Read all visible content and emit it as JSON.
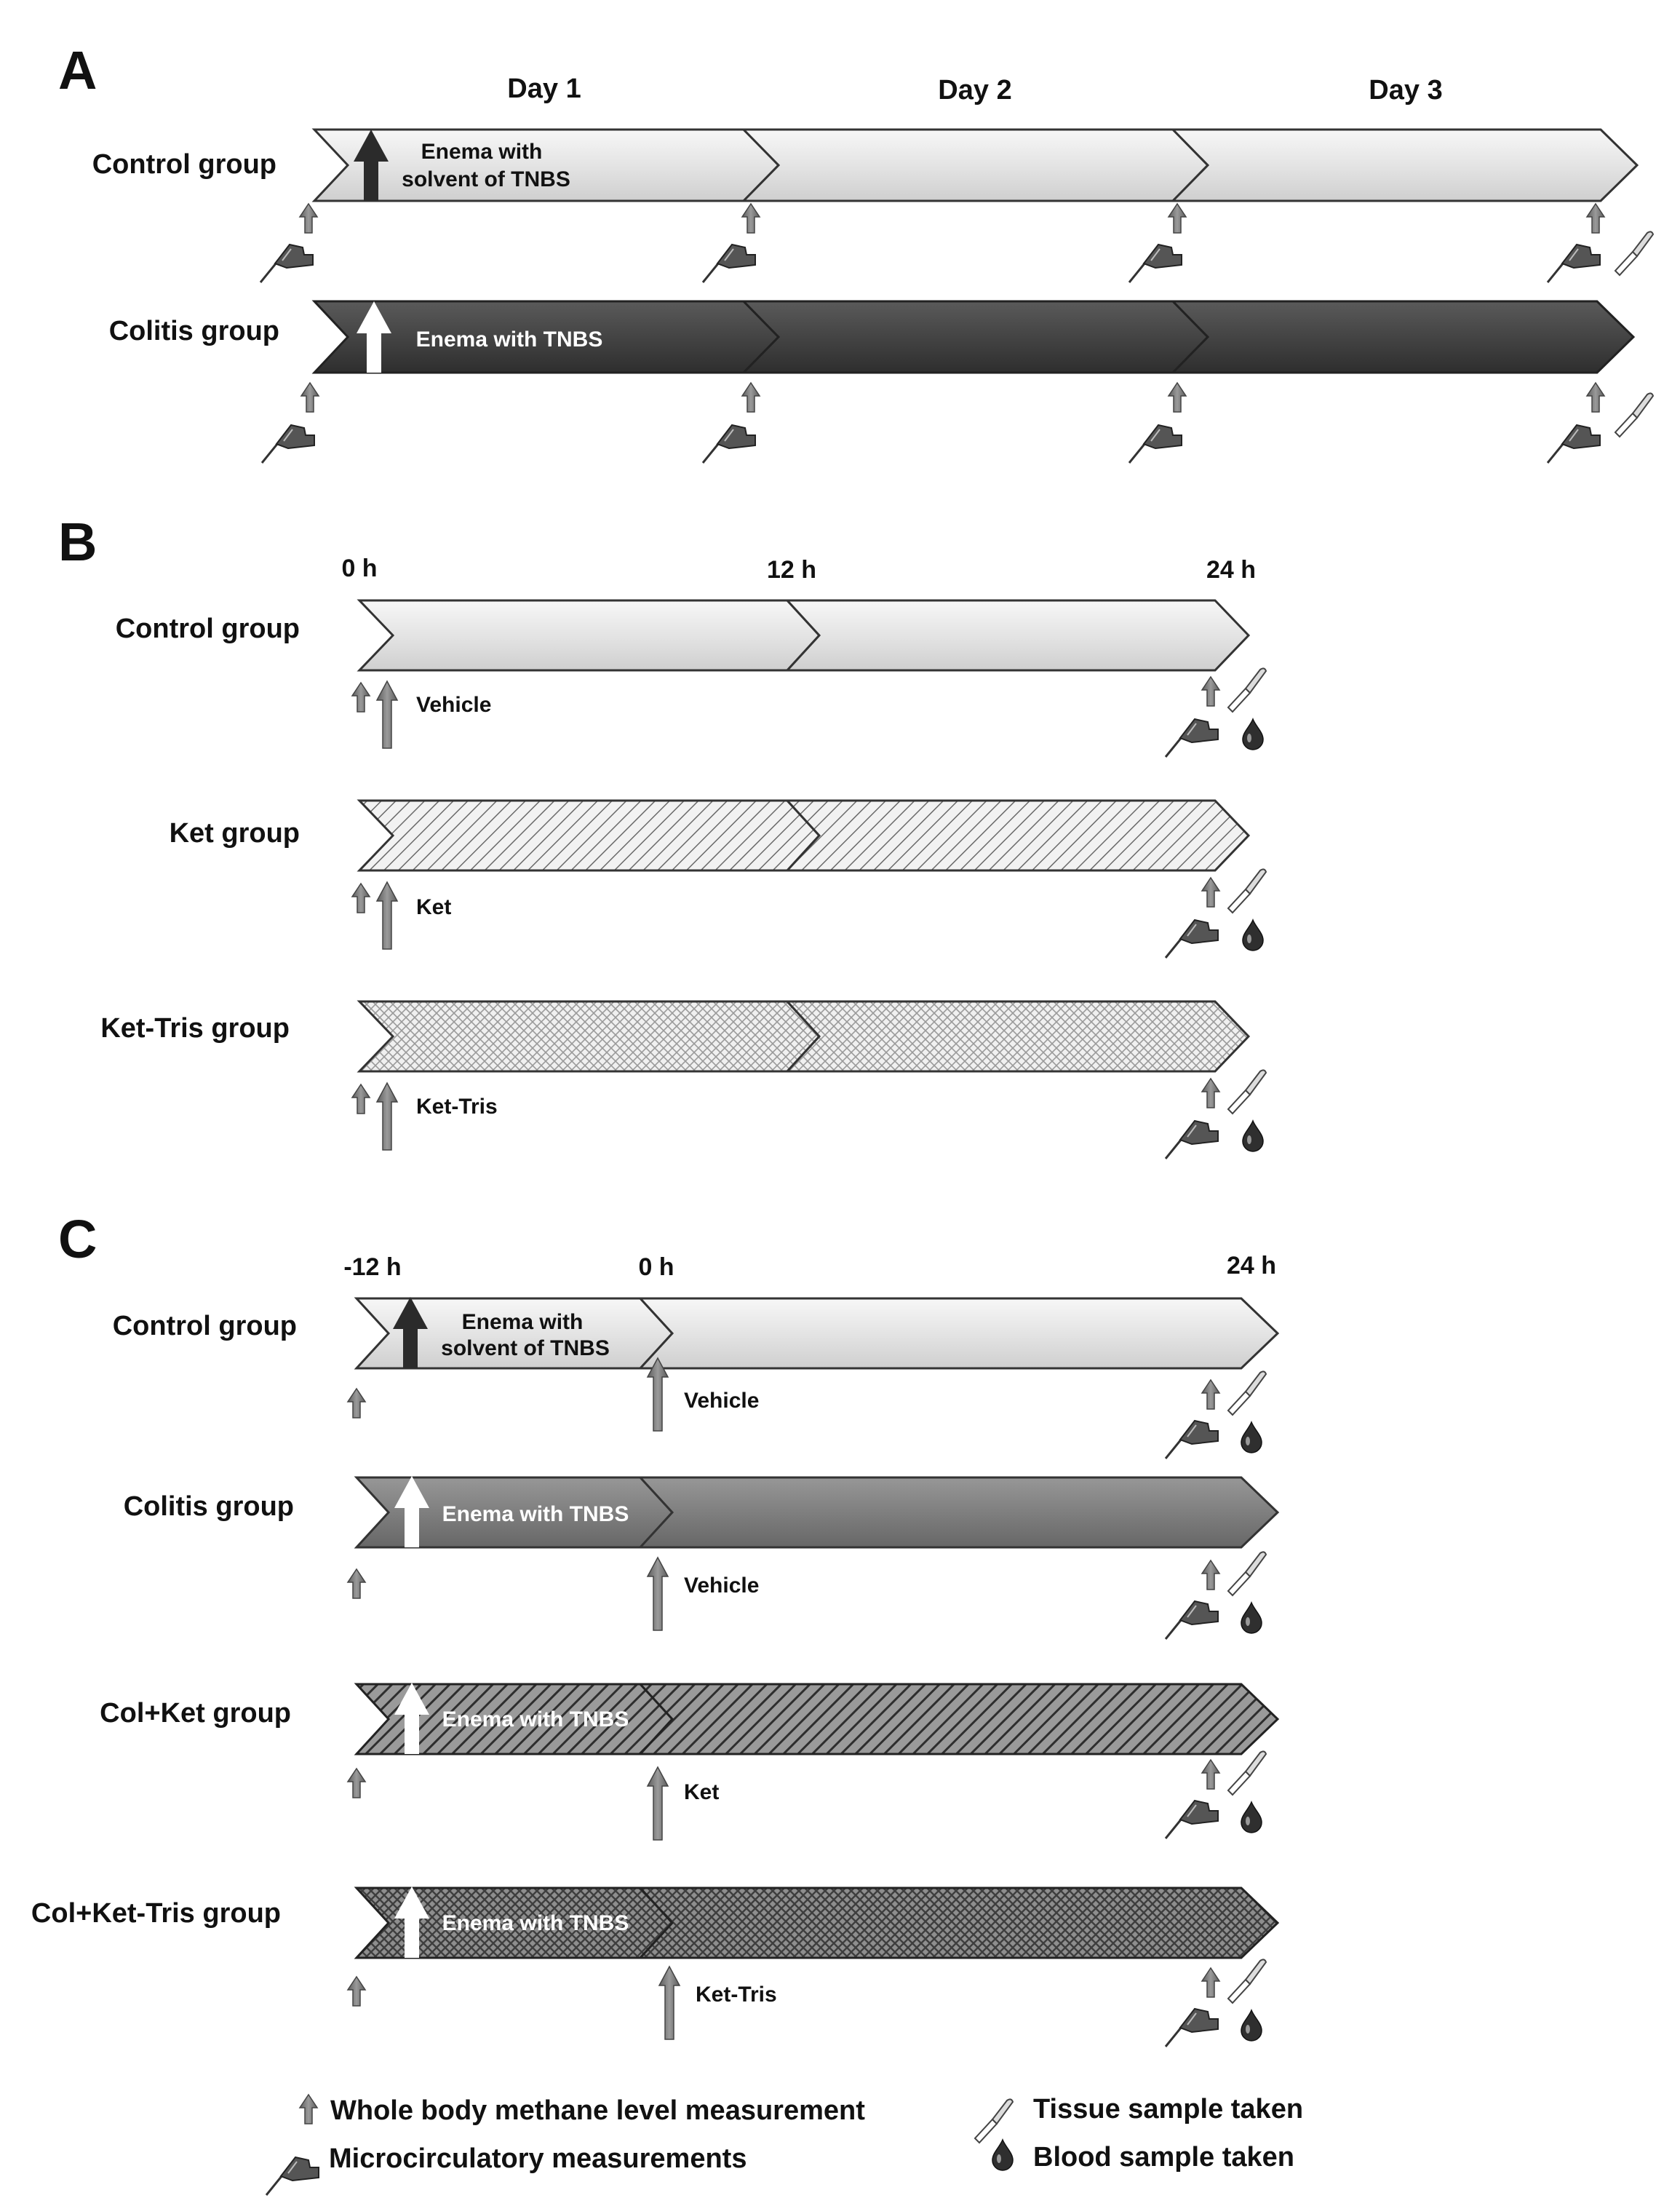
{
  "panels": {
    "a": {
      "label": "A",
      "headers": [
        "Day 1",
        "Day 2",
        "Day 3"
      ],
      "groups": [
        {
          "label": "Control group",
          "enema": [
            "Enema with",
            "solvent of TNBS"
          ]
        },
        {
          "label": "Colitis group",
          "enema": [
            "Enema with TNBS"
          ]
        }
      ]
    },
    "b": {
      "label": "B",
      "headers": [
        "0 h",
        "12 h",
        "24 h"
      ],
      "groups": [
        {
          "label": "Control group",
          "treatment": "Vehicle"
        },
        {
          "label": "Ket group",
          "treatment": "Ket"
        },
        {
          "label": "Ket-Tris group",
          "treatment": "Ket-Tris"
        }
      ]
    },
    "c": {
      "label": "C",
      "headers": [
        "-12 h",
        "0 h",
        "24 h"
      ],
      "groups": [
        {
          "label": "Control group",
          "enema": [
            "Enema with",
            "solvent of TNBS"
          ],
          "treatment": "Vehicle"
        },
        {
          "label": "Colitis group",
          "enema": "Enema with TNBS",
          "treatment": "Vehicle"
        },
        {
          "label": "Col+Ket group",
          "enema": "Enema with TNBS",
          "treatment": "Ket"
        },
        {
          "label": "Col+Ket-Tris group",
          "enema": "Enema with TNBS",
          "treatment": "Ket-Tris"
        }
      ]
    }
  },
  "legend": {
    "methane": "Whole body methane level measurement",
    "microcirculatory": "Microcirculatory measurements",
    "tissue": "Tissue sample taken",
    "blood": "Blood sample taken"
  },
  "icons": {
    "measurement": "up-arrow-icon",
    "microcirculatory": "probe-icon",
    "tissue": "scalpel-icon",
    "blood": "drop-icon",
    "enema": "enema-arrow-icon"
  },
  "colors": {
    "control": "#e6e6e6",
    "colitis_a": "#474747",
    "colitis_c": "#7e7e7e",
    "arrow": "#777777"
  }
}
